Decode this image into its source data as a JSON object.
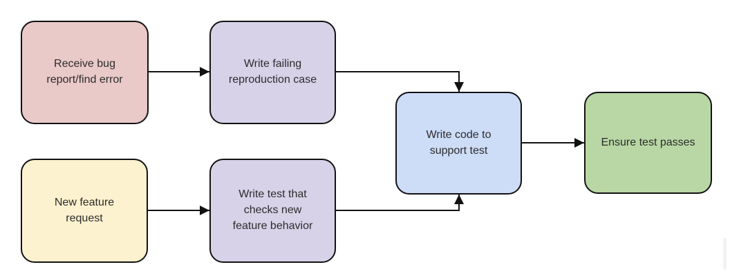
{
  "diagram": {
    "background_color": "#ffffff",
    "stroke_color": "#111111",
    "text_color": "#2b2b2b",
    "nodes": [
      {
        "id": "receive-bug-report",
        "label": "Receive bug\nreport/find error",
        "fill": "#eac9c9"
      },
      {
        "id": "write-failing-reproduction-case",
        "label": "Write failing\nreproduction case",
        "fill": "#d8d2e8"
      },
      {
        "id": "new-feature-request",
        "label": "New feature\nrequest",
        "fill": "#fdf2cf"
      },
      {
        "id": "write-test-checks-new-feature",
        "label": "Write test that\nchecks new\nfeature behavior",
        "fill": "#d8d2e8"
      },
      {
        "id": "write-code-to-support-test",
        "label": "Write code to\nsupport test",
        "fill": "#cddcf7"
      },
      {
        "id": "ensure-test-passes",
        "label": "Ensure test passes",
        "fill": "#b9d7a5"
      }
    ],
    "edges": [
      {
        "from": "receive-bug-report",
        "to": "write-failing-reproduction-case"
      },
      {
        "from": "new-feature-request",
        "to": "write-test-checks-new-feature"
      },
      {
        "from": "write-failing-reproduction-case",
        "to": "write-code-to-support-test"
      },
      {
        "from": "write-test-checks-new-feature",
        "to": "write-code-to-support-test"
      },
      {
        "from": "write-code-to-support-test",
        "to": "ensure-test-passes"
      }
    ]
  }
}
